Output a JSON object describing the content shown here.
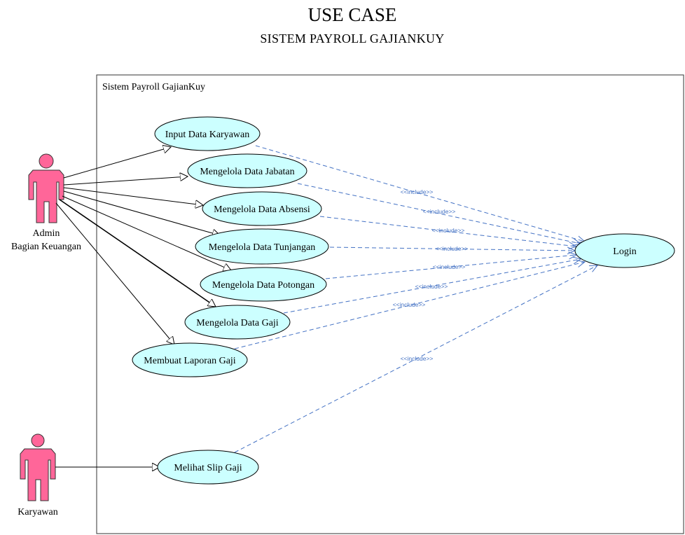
{
  "title": "USE CASE",
  "subtitle": "SISTEM PAYROLL GAJIANKUY",
  "system_label": "Sistem Payroll GajianKuy",
  "actors": {
    "admin": {
      "line1": "Admin",
      "line2": "Bagian Keuangan"
    },
    "karyawan": {
      "label": "Karyawan"
    }
  },
  "use_cases": [
    "Input Data Karyawan",
    "Mengelola Data Jabatan",
    "Mengelola Data Absensi",
    "Mengelola Data Tunjangan",
    "Mengelola Data Potongan",
    "Mengelola Data Gaji",
    "Membuat Laporan Gaji",
    "Melihat Slip Gaji",
    "Login"
  ],
  "include_label": "<<include>>",
  "colors": {
    "actor_fill": "#ff6699",
    "usecase_fill": "#ccffff",
    "include_line": "#4472c4"
  }
}
